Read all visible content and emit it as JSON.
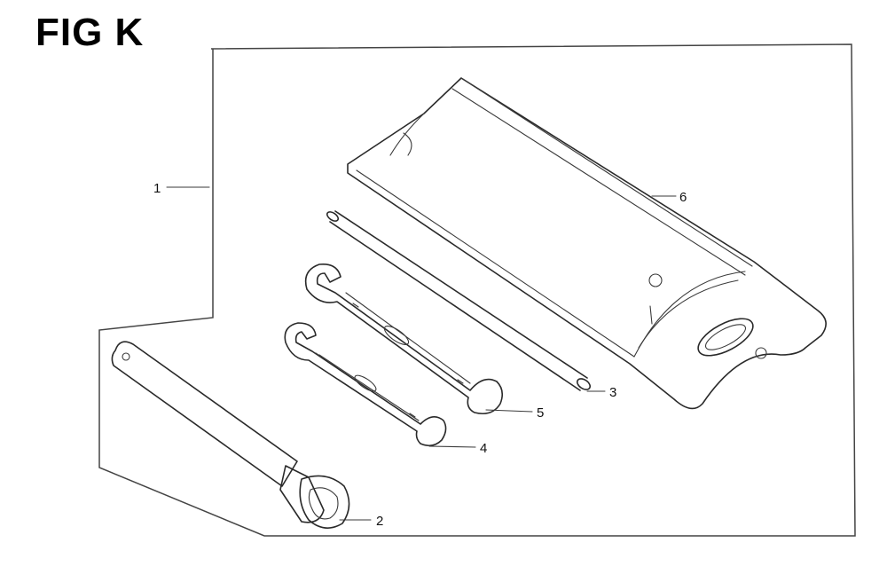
{
  "figure": {
    "title": "FIG K"
  },
  "callouts": [
    {
      "id": "1",
      "part": "tool-kit-assembly"
    },
    {
      "id": "2",
      "part": "spark-plug-wrench"
    },
    {
      "id": "3",
      "part": "handle-bar"
    },
    {
      "id": "4",
      "part": "open-end-wrench-small"
    },
    {
      "id": "5",
      "part": "open-end-wrench-large"
    },
    {
      "id": "6",
      "part": "tool-bag"
    }
  ]
}
